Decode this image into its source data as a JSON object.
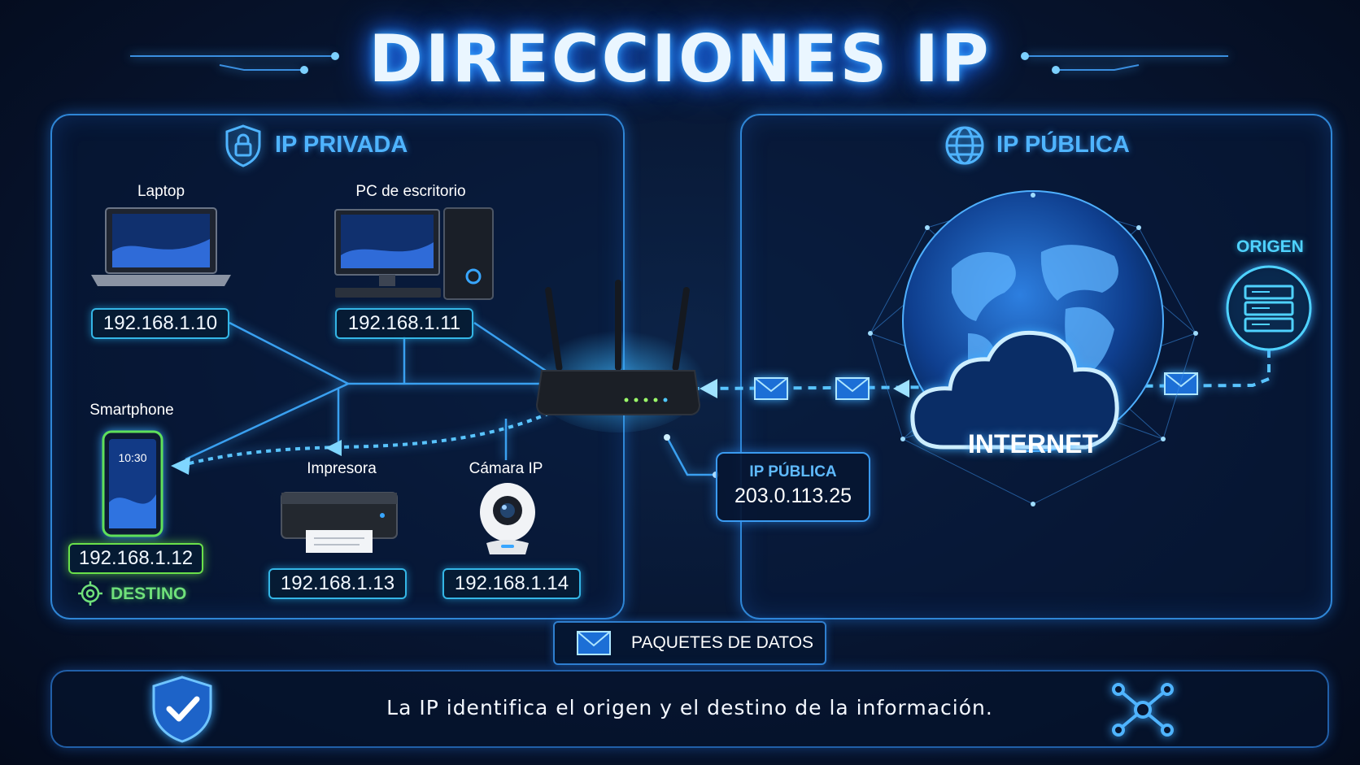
{
  "title": "DIRECCIONES IP",
  "private_panel": {
    "title": "IP PRIVADA",
    "devices": [
      {
        "name": "Laptop",
        "ip": "192.168.1.10"
      },
      {
        "name": "PC de escritorio",
        "ip": "192.168.1.11"
      },
      {
        "name": "Smartphone",
        "ip": "192.168.1.12",
        "screen_time": "10:30"
      },
      {
        "name": "Impresora",
        "ip": "192.168.1.13"
      },
      {
        "name": "Cámara IP",
        "ip": "192.168.1.14"
      }
    ],
    "destination_label": "DESTINO"
  },
  "public_panel": {
    "title": "IP PÚBLICA",
    "origin_label": "ORIGEN",
    "internet_label": "INTERNET",
    "router_public_ip": {
      "label": "IP PÚBLICA",
      "value": "203.0.113.25"
    }
  },
  "legend": {
    "label": "PAQUETES DE DATOS"
  },
  "footer": {
    "text": "La IP identifica el origen y el destino de la información."
  },
  "colors": {
    "accent": "#3aa8ff",
    "cyan": "#34b6e6",
    "destination_green": "#6ae04a",
    "origin_cyan": "#4fd2ff"
  },
  "icons": [
    "shield-lock-icon",
    "globe-icon",
    "server-icon",
    "envelope-icon",
    "target-icon",
    "shield-check-icon",
    "network-icon",
    "router-icon",
    "laptop-icon",
    "desktop-icon",
    "smartphone-icon",
    "printer-icon",
    "camera-icon"
  ]
}
